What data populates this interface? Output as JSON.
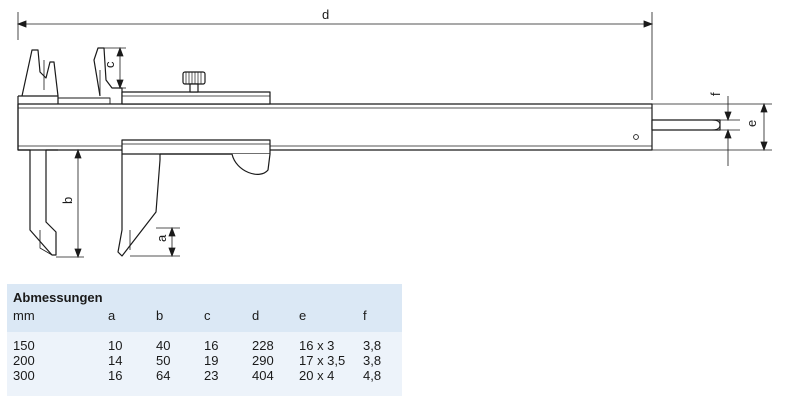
{
  "dimensions": {
    "d": "d",
    "a": "a",
    "b": "b",
    "c": "c",
    "e": "e",
    "f": "f"
  },
  "table": {
    "title": "Abmessungen",
    "headers": [
      "mm",
      "a",
      "b",
      "c",
      "d",
      "e",
      "f"
    ],
    "rows": [
      [
        "150",
        "10",
        "40",
        "16",
        "228",
        "16 x 3",
        "3,8"
      ],
      [
        "200",
        "14",
        "50",
        "19",
        "290",
        "17 x 3,5",
        "3,8"
      ],
      [
        "300",
        "16",
        "64",
        "23",
        "404",
        "20 x 4",
        "4,8"
      ]
    ]
  },
  "colors": {
    "line": "#1a1a1a",
    "table_header_bg": "#dbe8f5",
    "table_body_bg": "#edf3fa"
  }
}
